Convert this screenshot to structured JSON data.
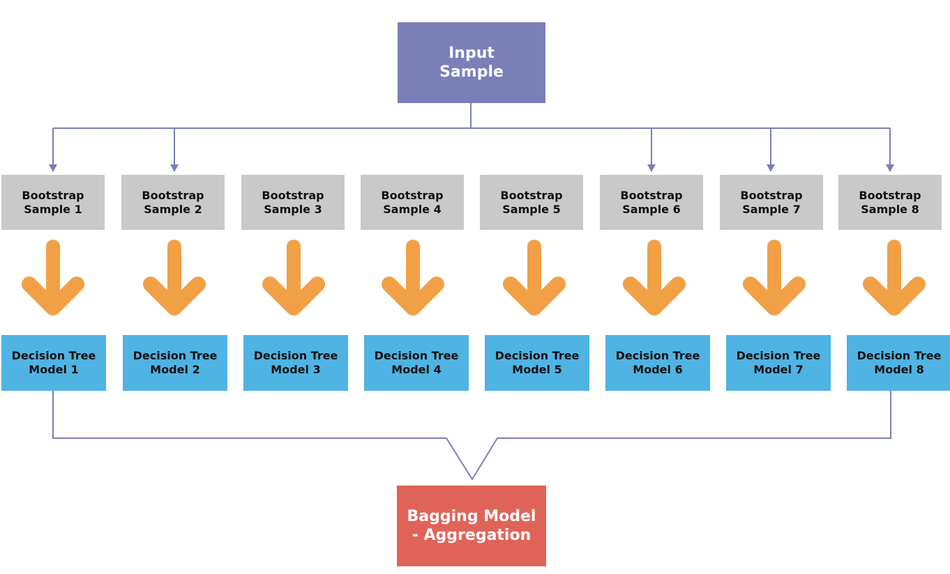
{
  "input": {
    "line1": "Input",
    "line2": "Sample"
  },
  "bootstrap": [
    {
      "line1": "Bootstrap",
      "line2": "Sample 1"
    },
    {
      "line1": "Bootstrap",
      "line2": "Sample 2"
    },
    {
      "line1": "Bootstrap",
      "line2": "Sample 3"
    },
    {
      "line1": "Bootstrap",
      "line2": "Sample 4"
    },
    {
      "line1": "Bootstrap",
      "line2": "Sample 5"
    },
    {
      "line1": "Bootstrap",
      "line2": "Sample 6"
    },
    {
      "line1": "Bootstrap",
      "line2": "Sample 7"
    },
    {
      "line1": "Bootstrap",
      "line2": "Sample 8"
    }
  ],
  "trees": [
    {
      "line1": "Decision Tree",
      "line2": "Model 1"
    },
    {
      "line1": "Decision Tree",
      "line2": "Model 2"
    },
    {
      "line1": "Decision Tree",
      "line2": "Model 3"
    },
    {
      "line1": "Decision Tree",
      "line2": "Model 4"
    },
    {
      "line1": "Decision Tree",
      "line2": "Model 5"
    },
    {
      "line1": "Decision Tree",
      "line2": "Model 6"
    },
    {
      "line1": "Decision Tree",
      "line2": "Model 7"
    },
    {
      "line1": "Decision Tree",
      "line2": "Model 8"
    }
  ],
  "bagging": {
    "line1": "Bagging Model",
    "line2": "- Aggregation"
  },
  "colors": {
    "input": "#7a7fb8",
    "bootstrap": "#c9c9c9",
    "tree": "#4fb3e3",
    "bagging": "#e0635a",
    "arrow": "#f2a046",
    "connector": "#7a7fb8"
  }
}
